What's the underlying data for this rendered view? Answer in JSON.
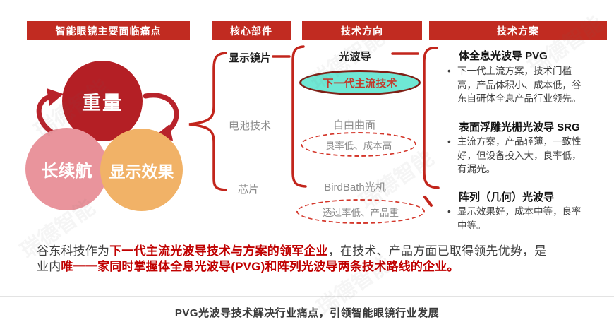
{
  "headers": {
    "pain": "智能眼镜主要面临痛点",
    "components": "核心部件",
    "direction": "技术方向",
    "solution": "技术方案"
  },
  "pains": {
    "weight": "重量",
    "battery_life": "长续航",
    "display_effect": "显示效果"
  },
  "components": {
    "lens": "显示镜片",
    "battery": "电池技术",
    "chip": "芯片"
  },
  "directions": {
    "waveguide": "光波导",
    "waveguide_tag": "下一代主流技术",
    "freeform": "自由曲面",
    "freeform_issue": "良率低、成本高",
    "birdbath": "BirdBath光机",
    "birdbath_issue": "透过率低、产品重"
  },
  "solutions": [
    {
      "title": "体全息光波导 PVG",
      "desc": "下一代主流方案，技术门槛高，产品体积小、成本低，谷东自研体全息产品行业领先。"
    },
    {
      "title": "表面浮雕光栅光波导 SRG",
      "desc": "主流方案，产品轻薄，一致性好，但设备投入大，良率低，有漏光。"
    },
    {
      "title": "阵列（几何）光波导",
      "desc": "显示效果好，成本中等，良率中等。"
    }
  ],
  "bullet": "•",
  "summary": {
    "s1": "谷东科技作为",
    "s2": "下一代主流光波导技术与方案的领军企业",
    "s3": "，在技术、产品方面已取得领先优势，是",
    "s4": "业内",
    "s5": "唯一一家同时掌握体全息光波导(PVG)和阵列光波导两条技术路线的企业。"
  },
  "caption": "PVG光波导技术解决行业痛点，引领智能眼镜行业发展",
  "watermark": "瑞德智能",
  "colors": {
    "header_red": "#c12b21",
    "circle_dark_red": "#b41f25",
    "circle_pink": "#e9949c",
    "circle_orange": "#f1b267",
    "tag_teal": "#6fe7d4",
    "line_red": "#c2251c",
    "dashed_red": "#d4372b",
    "accent_red": "#c00000",
    "gray_text": "#8a8a8a"
  }
}
